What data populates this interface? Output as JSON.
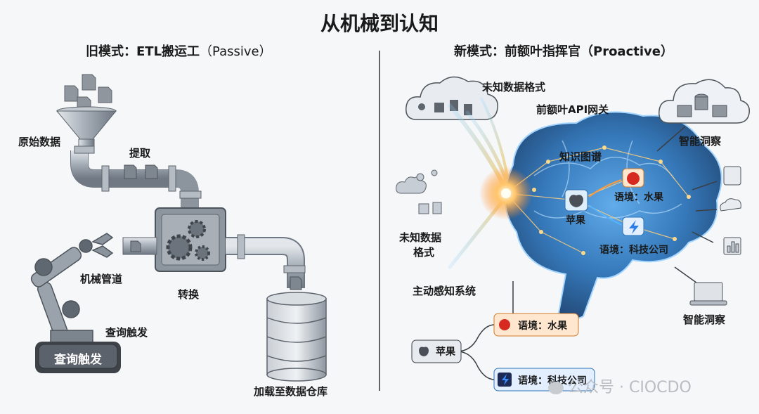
{
  "title": "从机械到认知",
  "left": {
    "heading_bold": "旧模式：ETL搬运工",
    "heading_light": "（Passive）",
    "raw_data": "原始数据",
    "extract": "提取",
    "mechanical_pipe": "机械管道",
    "transform": "转换",
    "query_trigger": "查询触发",
    "query_trigger_button": "查询触发",
    "load_warehouse": "加载至数据仓库"
  },
  "right": {
    "heading": "新模式：前额叶指挥官（Proactive）",
    "unknown_format_top": "未知数据格式",
    "api_gateway": "前额叶API网关",
    "knowledge_graph": "知识图谱",
    "apple": "苹果",
    "context_fruit": "语境：水果",
    "context_tech": "语境：科技公司",
    "unknown_format_left_1": "未知数据",
    "unknown_format_left_2": "格式",
    "active_sensing": "主动感知系统",
    "insight_top": "智能洞察",
    "insight_bottom": "智能洞察",
    "legend_apple": "苹果",
    "legend_fruit": "语境：水果",
    "legend_tech": "语境：科技公司"
  },
  "watermark": "公众号 · CIOCDO",
  "icons": [
    "document-icon",
    "funnel-icon",
    "pipe-icon",
    "gearbox-icon",
    "robot-arm-icon",
    "database-icon",
    "cloud-icon",
    "brain-icon",
    "apple-icon",
    "lightning-icon",
    "chat-icon",
    "weather-icon",
    "bar-chart-icon",
    "laptop-icon"
  ],
  "colors": {
    "brain_blue": "#3d8fd6",
    "glow_orange": "#ffb347",
    "pipe_gray": "#9aa3ad",
    "button_dark": "#4b5058"
  }
}
